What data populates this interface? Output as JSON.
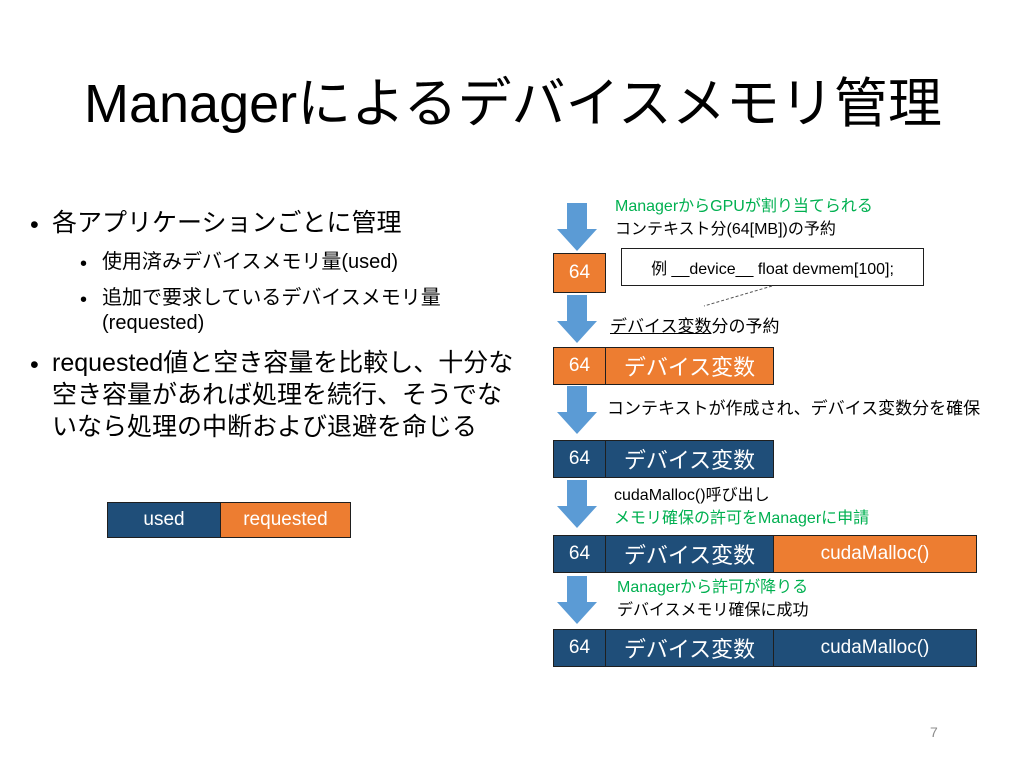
{
  "slide": {
    "title": "Managerによるデバイスメモリ管理",
    "page_number": "7"
  },
  "bullets": {
    "b1": "各アプリケーションごとに管理",
    "b1_sub1": "使用済みデバイスメモリ量(used)",
    "b1_sub2_line1": "追加で要求しているデバイスメモリ量",
    "b1_sub2_line2": "(requested)",
    "b2_line1": "requested値と空き容量を比較し、十分な",
    "b2_line2": "空き容量があれば処理を続行、そうでな",
    "b2_line3": "いなら処理の中断および退避を命じる",
    "bullet_char": "•"
  },
  "legend": {
    "used": "used",
    "requested": "requested"
  },
  "flow": {
    "step1_green": "ManagerからGPUが割り当てられる",
    "step1_black": "コンテキスト分(64[MB])の予約",
    "example_code": "例 __device__ float devmem[100];",
    "step2_underlined": "デバイス変数",
    "step2_rest": "分の予約",
    "step3": "コンテキストが作成され、デバイス変数分を確保",
    "step4_black": "cudaMalloc()呼び出し",
    "step4_green": "メモリ確保の許可をManagerに申請",
    "step5_green": "Managerから許可が降りる",
    "step5_black": "デバイスメモリ確保に成功",
    "block_64": "64",
    "block_devvar": "デバイス変数",
    "block_malloc": "cudaMalloc()"
  },
  "colors": {
    "navy": "#1f4e79",
    "orange": "#ed7d31",
    "green": "#00b050",
    "arrow_blue": "#5b9bd5"
  },
  "icons": [
    "down-arrow-icon"
  ]
}
